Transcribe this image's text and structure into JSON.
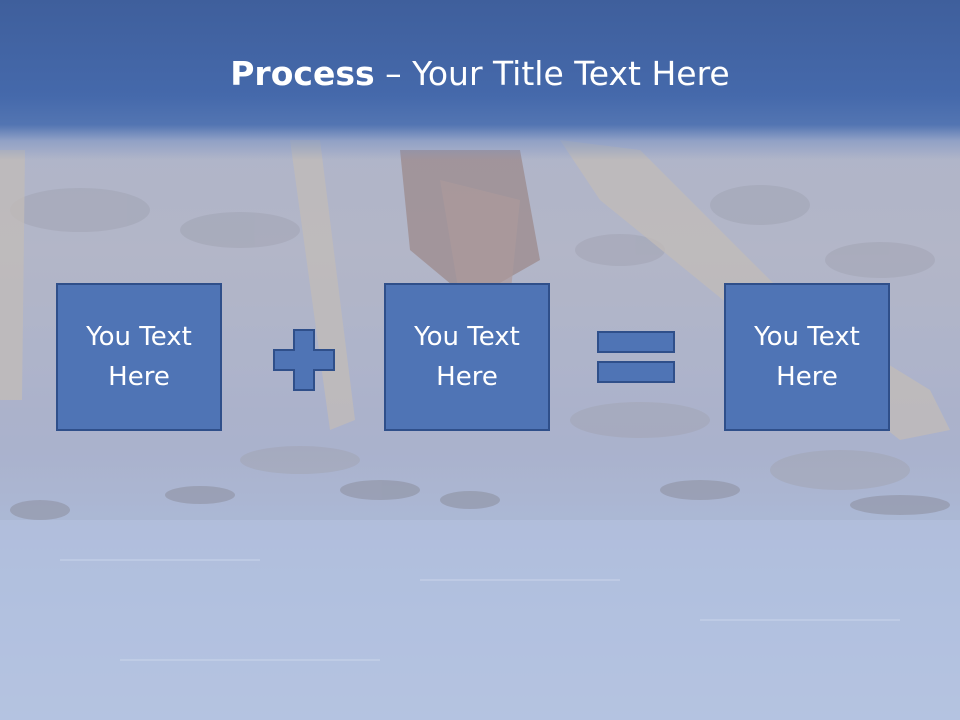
{
  "slide": {
    "title_bold": "Process",
    "title_rest": " – Your Title Text Here",
    "boxes": [
      {
        "label": "You Text Here"
      },
      {
        "label": "You Text Here"
      },
      {
        "label": "You Text Here"
      }
    ],
    "operators": [
      "plus-icon",
      "equals-icon"
    ],
    "colors": {
      "header": "#4569ab",
      "box_fill": "#4f74b5",
      "box_border": "#2f4f8a",
      "text": "#ffffff"
    }
  }
}
